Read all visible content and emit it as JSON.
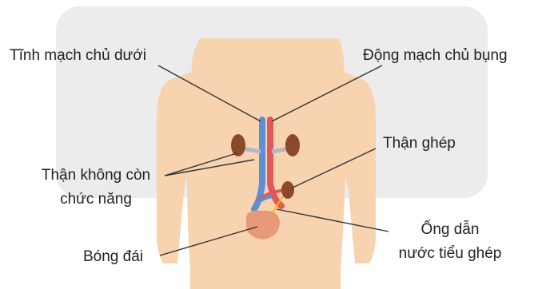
{
  "labels": {
    "vena_cava": "Tĩnh mạch chủ dưới",
    "aorta": "Động mạch chủ bụng",
    "transplanted_kidney": "Thận ghép",
    "nonfunctional_kidneys_line1": "Thận không còn",
    "nonfunctional_kidneys_line2": "chức năng",
    "ureter_line1": "Ống dẫn",
    "ureter_line2": "nước tiểu ghép",
    "bladder": "Bóng đái"
  },
  "colors": {
    "skin": "#f7d3b0",
    "kidney": "#8a4a2a",
    "vein": "#5b8fd6",
    "artery": "#e0585a",
    "bladder": "#e89a78",
    "leader_line": "#333333",
    "watermark": "#ececec"
  }
}
